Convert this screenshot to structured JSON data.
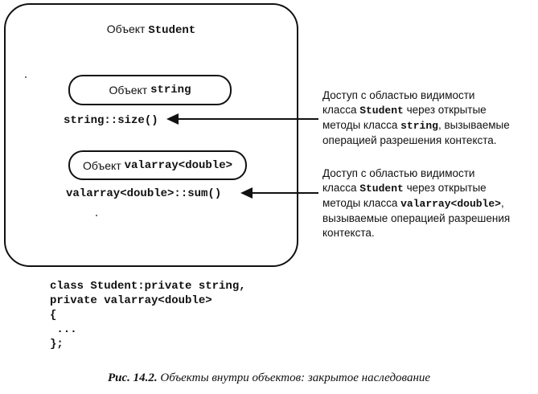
{
  "outer": {
    "title_prefix": "Объект ",
    "title_class": "Student"
  },
  "inner_string": {
    "prefix": "Объект ",
    "name": "string",
    "method": "string::size()"
  },
  "inner_valarray": {
    "prefix": "Объект ",
    "name": "valarray<double>",
    "method": "valarray<double>::sum()"
  },
  "note1": {
    "line1": "Доступ с областью видимости",
    "line2_a": "класса ",
    "line2_b": "Student",
    "line2_c": " через открытые",
    "line3_a": "методы класса ",
    "line3_b": "string",
    "line3_c": ", вызываемые",
    "line4": "операцией разрешения контекста."
  },
  "note2": {
    "line1": "Доступ с областью видимости",
    "line2_a": "класса ",
    "line2_b": "Student",
    "line2_c": " через открытые",
    "line3_a": "методы класса ",
    "line3_b": "valarray<double>",
    "line3_c": ",",
    "line4": "вызываемые операцией разрешения",
    "line5": "контекста."
  },
  "code": {
    "lines": [
      "class Student:private string,",
      "private valarray<double>",
      "{",
      " ...",
      "};"
    ]
  },
  "caption": {
    "figure": "Рис. 14.2.",
    "text": " Объекты внутри объектов: закрытое наследование"
  }
}
